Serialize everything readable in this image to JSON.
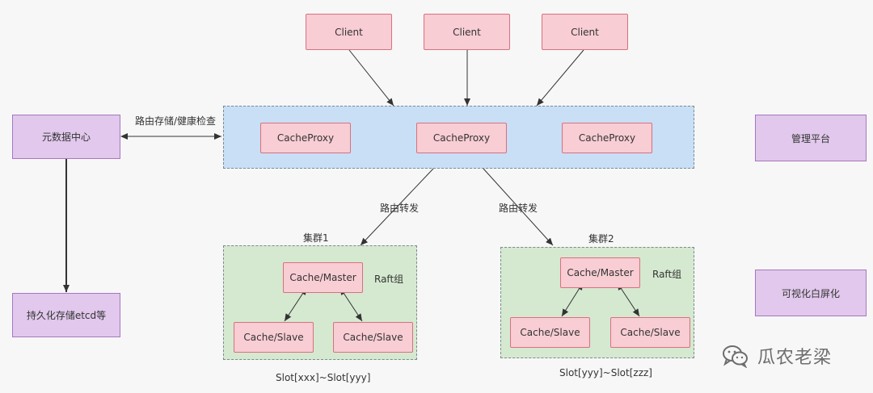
{
  "clients": [
    "Client",
    "Client",
    "Client"
  ],
  "proxies": [
    "CacheProxy",
    "CacheProxy",
    "CacheProxy"
  ],
  "left": {
    "meta_center": "元数据中心",
    "persist": "持久化存储etcd等",
    "link_label": "路由存储/健康检查"
  },
  "right": {
    "admin": "管理平台",
    "screen": "可视化白屏化"
  },
  "routing_label": "路由转发",
  "clusters": [
    {
      "title": "集群1",
      "master": "Cache/Master",
      "raft": "Raft组",
      "slaves": [
        "Cache/Slave",
        "Cache/Slave"
      ],
      "slot": "Slot[xxx]~Slot[yyy]"
    },
    {
      "title": "集群2",
      "master": "Cache/Master",
      "raft": "Raft组",
      "slaves": [
        "Cache/Slave",
        "Cache/Slave"
      ],
      "slot": "Slot[yyy]~Slot[zzz]"
    }
  ],
  "watermark": "瓜农老梁",
  "colors": {
    "node_fill": "#f8cdd3",
    "side_fill": "#e1c8ec",
    "proxy_region": "#c8dff6",
    "cluster_region": "#d5e9d0"
  }
}
